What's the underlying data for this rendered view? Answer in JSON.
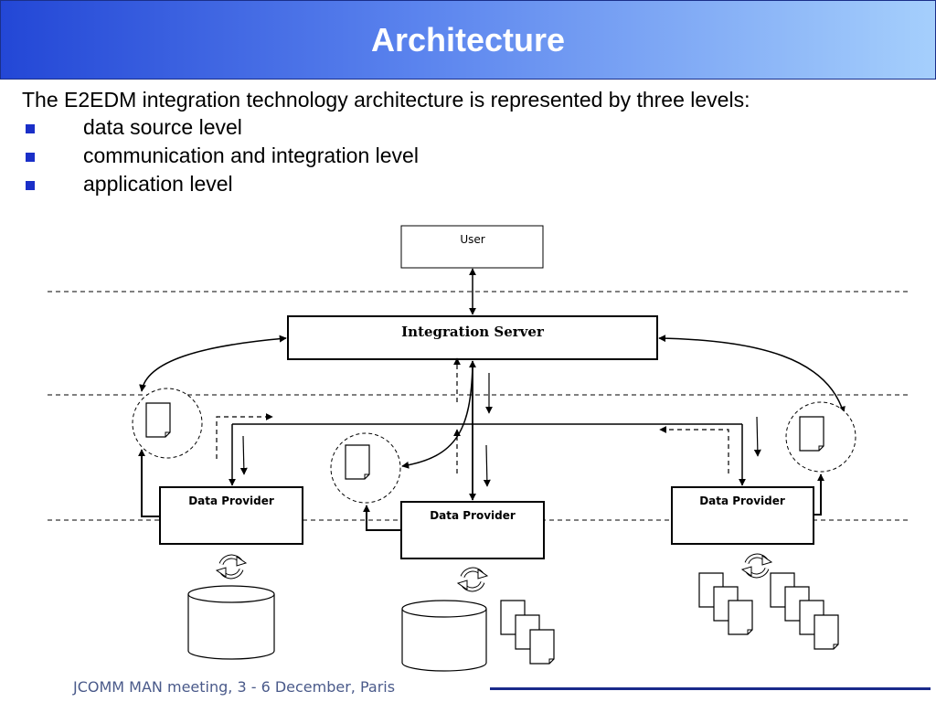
{
  "slide": {
    "title": "Architecture",
    "intro": "The E2EDM integration technology architecture is represented by three levels:",
    "levels": [
      {
        "label": "data source level"
      },
      {
        "label": "communication and integration level"
      },
      {
        "label": "application level"
      }
    ],
    "footer": "JCOMM MAN meeting, 3 - 6 December, Paris"
  },
  "diagram": {
    "user_label": "User",
    "server_label": "Integration Server",
    "provider_label": "Data Provider",
    "icons": [
      "document-icon",
      "sync-icon",
      "database-icon",
      "document-stack-icon"
    ]
  }
}
